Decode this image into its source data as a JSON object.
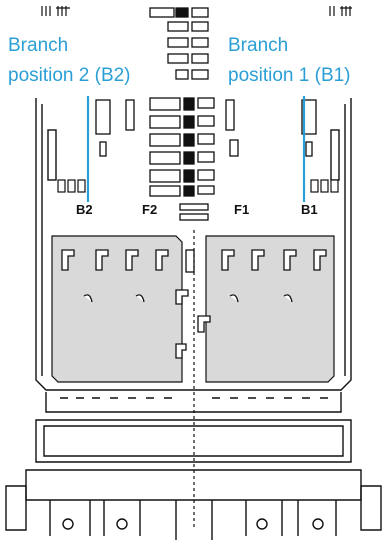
{
  "labels": {
    "branch_left": {
      "line1": "Branch",
      "line2": "position 2 (B2)"
    },
    "branch_right": {
      "line1": "Branch",
      "line2": "position 1 (B1)"
    },
    "slot_b2": "B2",
    "slot_f2": "F2",
    "slot_f1": "F1",
    "slot_b1": "B1"
  },
  "colors": {
    "callout": "#2a9fd6",
    "board_fill": "#d9d9d9",
    "outline": "#111111"
  }
}
